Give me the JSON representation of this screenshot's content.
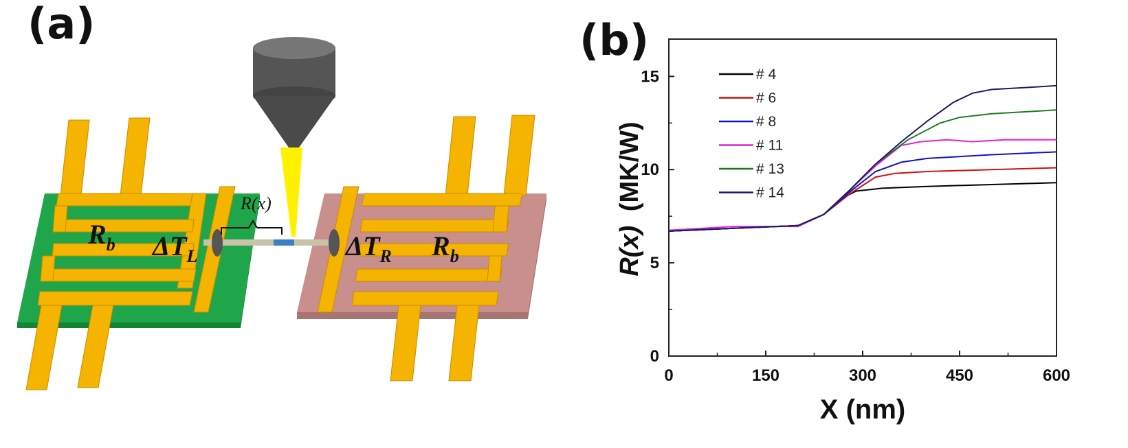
{
  "panels": {
    "a": "(a)",
    "b": "(b)"
  },
  "schematic": {
    "left_resistor_label": "R",
    "left_resistor_sub": "b",
    "right_resistor_label": "R",
    "right_resistor_sub": "b",
    "delta_left": "ΔT",
    "delta_left_sub": "L",
    "delta_right": "ΔT",
    "delta_right_sub": "R",
    "probe_label": "R(x)",
    "colors": {
      "gold": "#f5b400",
      "green": "#1fa64a",
      "pink": "#c98f8d",
      "probe": "#4a4a4a",
      "beam": "#fff200"
    }
  },
  "chart_data": {
    "type": "line",
    "xlabel": "X (nm)",
    "ylabel_main": "R(x)",
    "ylabel_units": "(MK/W)",
    "xlim": [
      0,
      600
    ],
    "ylim": [
      0,
      17
    ],
    "x_ticks": [
      0,
      150,
      300,
      450,
      600
    ],
    "y_ticks": [
      0,
      5,
      10,
      15
    ],
    "legend_position": "top-left",
    "series": [
      {
        "name": "# 4",
        "color": "#000000",
        "points": [
          [
            0,
            6.7
          ],
          [
            100,
            6.85
          ],
          [
            200,
            7.0
          ],
          [
            240,
            7.6
          ],
          [
            270,
            8.5
          ],
          [
            290,
            8.85
          ],
          [
            330,
            9.0
          ],
          [
            400,
            9.1
          ],
          [
            500,
            9.2
          ],
          [
            600,
            9.3
          ]
        ]
      },
      {
        "name": "# 6",
        "color": "#cc1111",
        "points": [
          [
            0,
            6.7
          ],
          [
            100,
            6.85
          ],
          [
            200,
            7.0
          ],
          [
            240,
            7.6
          ],
          [
            280,
            8.7
          ],
          [
            320,
            9.6
          ],
          [
            350,
            9.8
          ],
          [
            400,
            9.9
          ],
          [
            500,
            10.0
          ],
          [
            600,
            10.1
          ]
        ]
      },
      {
        "name": "# 8",
        "color": "#1111cc",
        "points": [
          [
            0,
            6.7
          ],
          [
            100,
            6.85
          ],
          [
            200,
            7.0
          ],
          [
            240,
            7.6
          ],
          [
            280,
            8.8
          ],
          [
            320,
            9.9
          ],
          [
            360,
            10.4
          ],
          [
            400,
            10.6
          ],
          [
            500,
            10.8
          ],
          [
            600,
            10.95
          ]
        ]
      },
      {
        "name": "# 11",
        "color": "#dd22dd",
        "points": [
          [
            0,
            6.75
          ],
          [
            100,
            6.95
          ],
          [
            200,
            6.95
          ],
          [
            240,
            7.6
          ],
          [
            280,
            8.9
          ],
          [
            320,
            10.2
          ],
          [
            360,
            11.3
          ],
          [
            390,
            11.5
          ],
          [
            430,
            11.6
          ],
          [
            470,
            11.5
          ],
          [
            520,
            11.6
          ],
          [
            600,
            11.6
          ]
        ]
      },
      {
        "name": "# 13",
        "color": "#1f7a1f",
        "points": [
          [
            0,
            6.7
          ],
          [
            100,
            6.85
          ],
          [
            200,
            7.0
          ],
          [
            240,
            7.6
          ],
          [
            280,
            8.9
          ],
          [
            320,
            10.3
          ],
          [
            370,
            11.6
          ],
          [
            420,
            12.5
          ],
          [
            450,
            12.8
          ],
          [
            500,
            13.0
          ],
          [
            600,
            13.2
          ]
        ]
      },
      {
        "name": "# 14",
        "color": "#1a1a66",
        "points": [
          [
            0,
            6.7
          ],
          [
            100,
            6.85
          ],
          [
            200,
            7.0
          ],
          [
            240,
            7.6
          ],
          [
            280,
            8.9
          ],
          [
            320,
            10.3
          ],
          [
            360,
            11.5
          ],
          [
            400,
            12.6
          ],
          [
            440,
            13.6
          ],
          [
            470,
            14.1
          ],
          [
            500,
            14.3
          ],
          [
            550,
            14.4
          ],
          [
            600,
            14.5
          ]
        ]
      }
    ]
  }
}
